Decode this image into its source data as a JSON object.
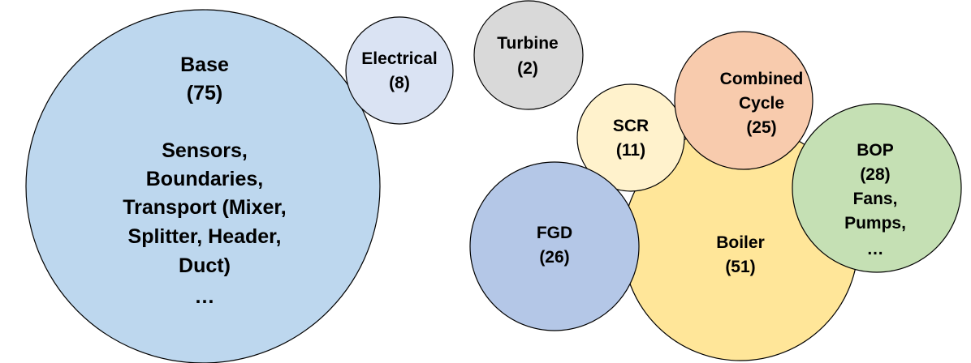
{
  "bubbles": {
    "base": {
      "name": "Base",
      "count": "(75)",
      "details": [
        "Sensors,",
        "Boundaries,",
        "Transport (Mixer,",
        "Splitter, Header,",
        "Duct)",
        "…"
      ],
      "color": "#bdd7ee"
    },
    "electrical": {
      "name": "Electrical",
      "count": "(8)",
      "color": "#dae3f3"
    },
    "turbine": {
      "name": "Turbine",
      "count": "(2)",
      "color": "#d9d9d9"
    },
    "boiler": {
      "name": "Boiler",
      "count": "(51)",
      "color": "#ffe699"
    },
    "scr": {
      "name": "SCR",
      "count": "(11)",
      "color": "#fff2cc"
    },
    "combined_cycle": {
      "name_line1": "Combined",
      "name_line2": "Cycle",
      "count": "(25)",
      "color": "#f8cbad"
    },
    "fgd": {
      "name": "FGD",
      "count": "(26)",
      "color": "#b4c7e7"
    },
    "bop": {
      "name": "BOP",
      "count": "(28)",
      "details": [
        "Fans,",
        "Pumps,",
        "…"
      ],
      "color": "#c5e0b4"
    }
  }
}
